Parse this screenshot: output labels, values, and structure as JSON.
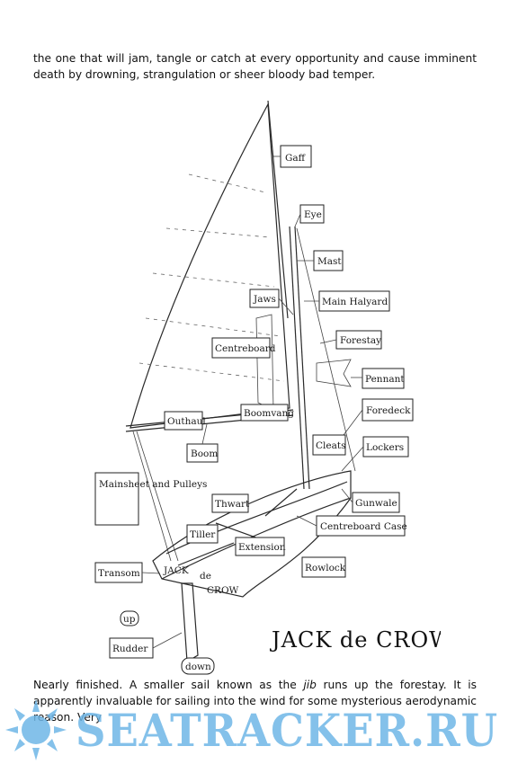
{
  "text": {
    "para_top": "the one that will jam, tangle or catch at every opportunity and cause imminent death by drowning, strangulation or sheer bloody bad temper.",
    "para_bottom_1": "Nearly finished. A smaller sail known as the ",
    "para_bottom_em": "jib",
    "para_bottom_2": " runs up the forestay. It is apparently invaluable for sailing into the wind for some mysterious aerodynamic reason. Very"
  },
  "illustration": {
    "boat_name_1": "JACK",
    "boat_name_de": "de",
    "boat_name_2": "CROW",
    "title": "JACK de CROW",
    "labels": {
      "gaff": "Gaff",
      "eye": "Eye",
      "mast": "Mast",
      "jaws": "Jaws",
      "main_halyard": "Main Halyard",
      "forestay": "Forestay",
      "centreboard": "Centreboard",
      "pennant": "Pennant",
      "foredeck": "Foredeck",
      "outhaul": "Outhaul",
      "boomvang": "Boomvang",
      "boom": "Boom",
      "cleats": "Cleats",
      "lockers": "Lockers",
      "mainsheet": "Mainsheet and Pulleys",
      "thwart": "Thwart",
      "gunwale": "Gunwale",
      "tiller": "Tiller",
      "extension": "Extension",
      "centreboard_case": "Centreboard Case",
      "transom": "Transom",
      "rowlock": "Rowlock",
      "up": "up",
      "rudder": "Rudder",
      "down": "down"
    }
  },
  "watermark": {
    "text": "SEATRACKER.RU",
    "color": "#6fb6e6"
  }
}
